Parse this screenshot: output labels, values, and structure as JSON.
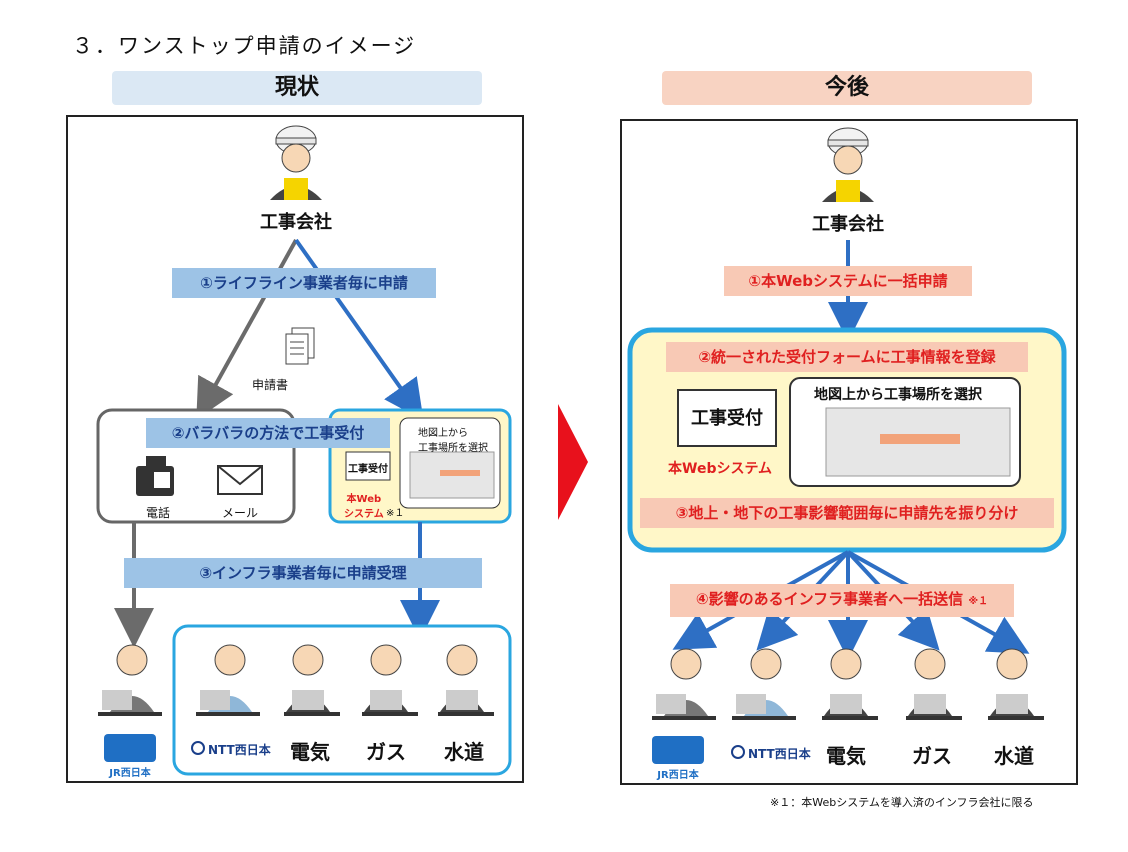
{
  "page_title": "３．ワンストップ申請のイメージ",
  "left": {
    "header": "現状",
    "company": "工事会社",
    "step1": "①ライフライン事業者毎に申請",
    "doc_label": "申請書",
    "step2": "②バラバラの方法で工事受付",
    "phone_label": "電話",
    "mail_label": "メール",
    "screen_label": "工事受付",
    "map_text": "地図上から\n工事場所を選択",
    "system_label": "本Web\nシステム",
    "system_note": "※１",
    "step3": "③インフラ事業者毎に申請受理",
    "companies": [
      "NTT西日本",
      "電気",
      "ガス",
      "水道"
    ],
    "jr_logo_text": "JR西日本"
  },
  "right": {
    "header": "今後",
    "company": "工事会社",
    "step1": "①本Webシステムに一括申請",
    "step2": "②統一された受付フォームに工事情報を登録",
    "screen_label": "工事受付",
    "map_text": "地図上から工事場所を選択",
    "system_label": "本Webシステム",
    "step3": "③地上・地下の工事影響範囲毎に申請先を振り分け",
    "step4": "④影響のあるインフラ事業者へ一括送信",
    "step4_note": "※１",
    "companies": [
      "NTT西日本",
      "電気",
      "ガス",
      "水道"
    ],
    "jr_logo_text": "JR西日本"
  },
  "footnote": "※１：本Webシステムを導入済のインフラ会社に限る",
  "colors": {
    "blue_arrow": "#2e6fc4",
    "gray_arrow": "#6b6b6b",
    "red_triangle": "#e8111c",
    "highlight_yellow": "#fff7c8",
    "cyan_border": "#2aa6e0"
  }
}
